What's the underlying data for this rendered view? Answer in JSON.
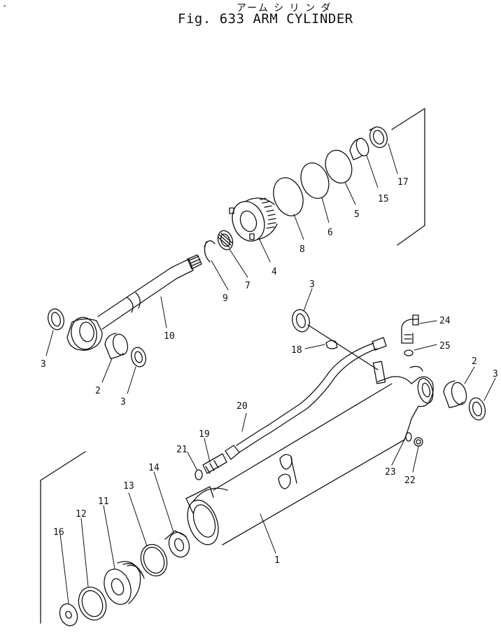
{
  "header": {
    "corner_mark": "-",
    "title_jp": "アーム シ リ ン ダ",
    "title_en": "Fig. 633 ARM CYLINDER"
  },
  "callouts": [
    "1",
    "2",
    "2",
    "3",
    "3",
    "3",
    "3",
    "4",
    "5",
    "6",
    "7",
    "8",
    "9",
    "10",
    "11",
    "12",
    "13",
    "14",
    "15",
    "16",
    "17",
    "18",
    "19",
    "20",
    "21",
    "22",
    "23",
    "24",
    "25"
  ],
  "colors": {
    "ink": "#111111",
    "paper": "#ffffff"
  }
}
